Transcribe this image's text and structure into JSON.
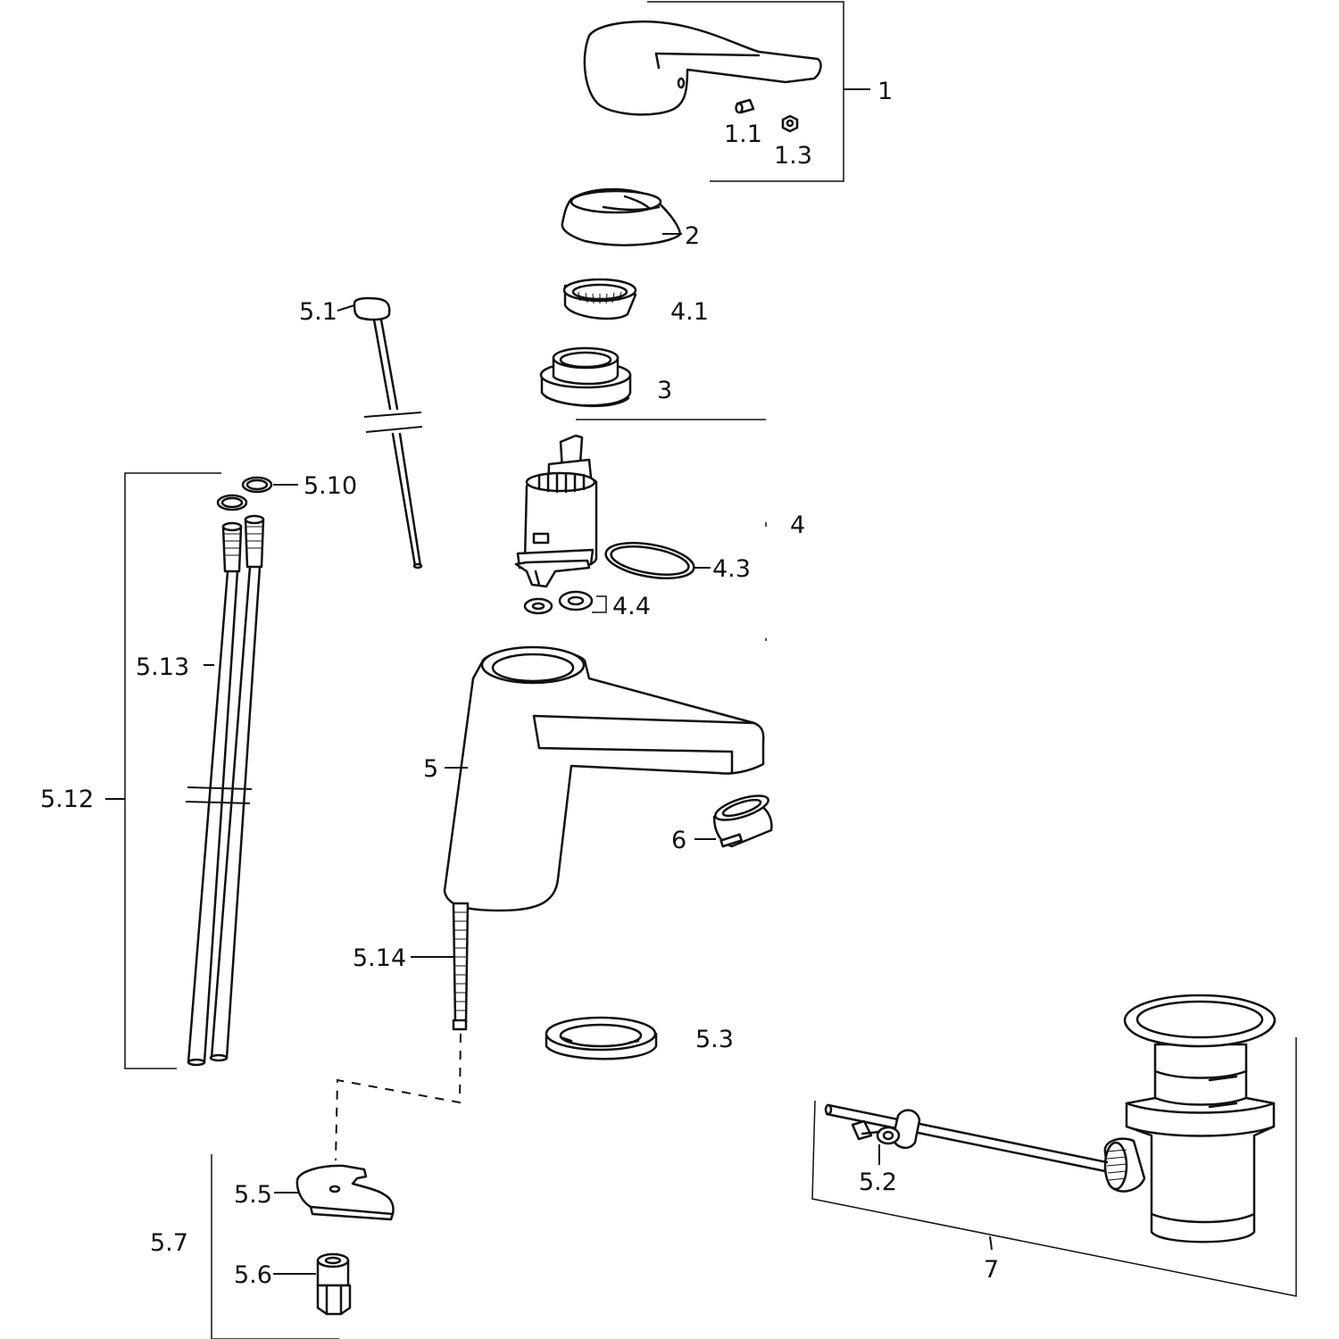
{
  "labels": {
    "l1": "1",
    "l1_1": "1.1",
    "l1_3": "1.3",
    "l2": "2",
    "l4_1": "4.1",
    "l3": "3",
    "l5_1": "5.1",
    "l5_10": "5.10",
    "l4": "4",
    "l4_3": "4.3",
    "l4_4": "4.4",
    "l5_13": "5.13",
    "l5_12": "5.12",
    "l5": "5",
    "l6": "6",
    "l5_14": "5.14",
    "l5_3": "5.3",
    "l5_5": "5.5",
    "l5_7": "5.7",
    "l5_6": "5.6",
    "l5_2": "5.2",
    "l7": "7"
  }
}
